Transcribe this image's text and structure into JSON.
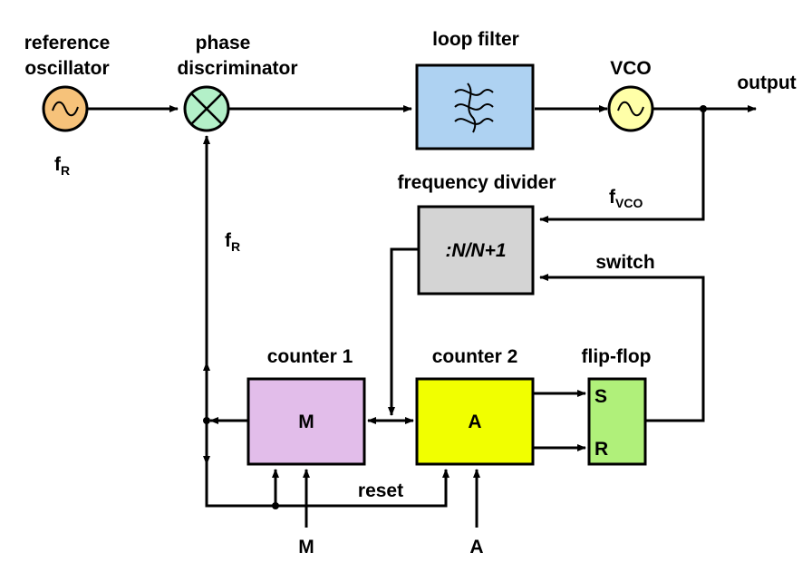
{
  "labels": {
    "reference_oscillator_line1": "reference",
    "reference_oscillator_line2": "oscillator",
    "phase_discriminator_line1": "phase",
    "phase_discriminator_line2": "discriminator",
    "loop_filter": "loop filter",
    "vco": "VCO",
    "output": "output",
    "fr_main": "f",
    "fr_sub": "R",
    "fr_feedback_main": "f",
    "fr_feedback_sub": "R",
    "fvco_main": "f",
    "fvco_sub": "VCO",
    "frequency_divider": "frequency divider",
    "divider_ratio": ":N/N+1",
    "switch": "switch",
    "counter1": "counter 1",
    "counter2": "counter 2",
    "flip_flop": "flip-flop",
    "counter1_value": "M",
    "counter2_value": "A",
    "flip_flop_s": "S",
    "flip_flop_r": "R",
    "reset": "reset",
    "input_m": "M",
    "input_a": "A"
  },
  "colors": {
    "reference_oscillator": "#f6c27a",
    "phase_discriminator": "#b3f0c8",
    "loop_filter": "#aed2f2",
    "vco": "#ffffa8",
    "frequency_divider": "#d4d4d4",
    "counter1": "#e2bdea",
    "counter2": "#f1ff00",
    "flip_flop": "#b0f07a"
  }
}
